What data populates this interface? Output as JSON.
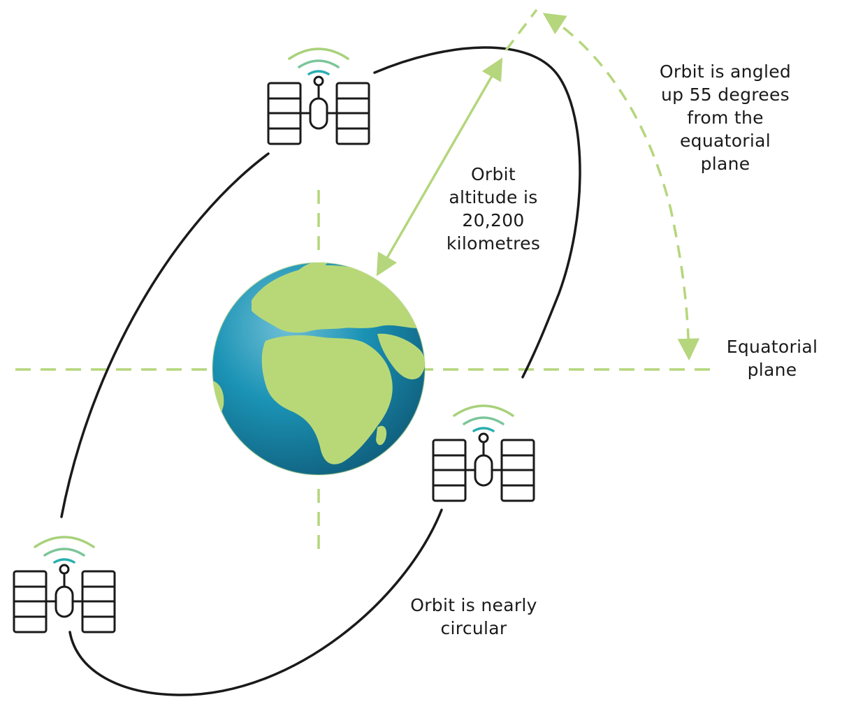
{
  "labels": {
    "inclination": [
      "Orbit is angled",
      "up 55 degrees",
      "from the",
      "equatorial",
      "plane"
    ],
    "altitude": [
      "Orbit",
      "altitude is",
      "20,200",
      "kilometres"
    ],
    "equatorial": [
      "Equatorial",
      "plane"
    ],
    "circular": [
      "Orbit is nearly",
      "circular"
    ]
  },
  "colors": {
    "orbit_line": "#1a1a1a",
    "plane_dash": "#b5d67c",
    "arrow": "#b5d67c",
    "signal_outer": "#a8d17a",
    "signal_inner": "#2aaeb0",
    "ocean": "#1a86a8",
    "land": "#b8d878"
  },
  "icons": [
    "earth-globe-icon",
    "satellite-icon",
    "signal-waves-icon"
  ]
}
